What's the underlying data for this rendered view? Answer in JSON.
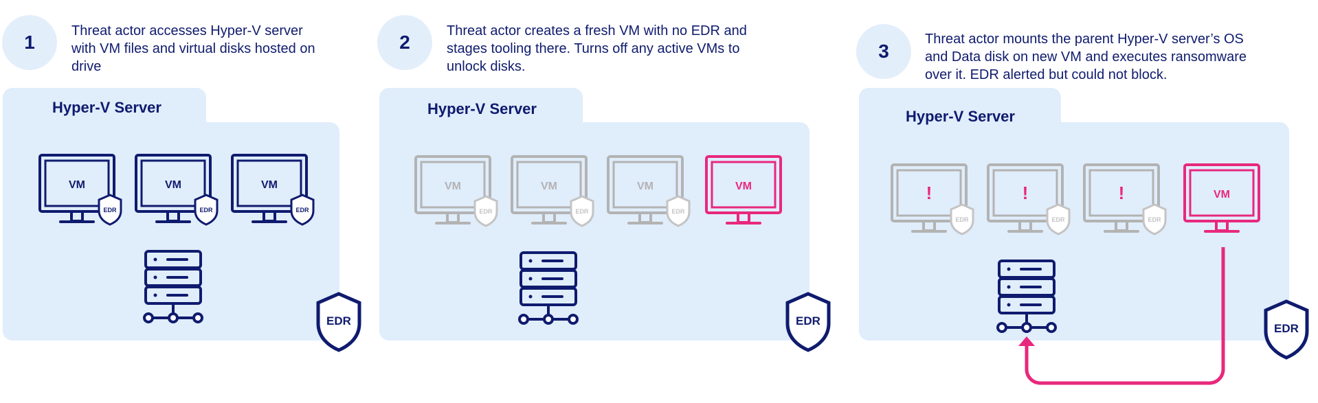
{
  "steps": [
    {
      "number": "1",
      "text": "Threat actor accesses  Hyper-V server\nwith VM files and virtual disks hosted on\ndrive",
      "server_title": "Hyper-V Server",
      "server_edr": "EDR"
    },
    {
      "number": "2",
      "text": "Threat actor creates a fresh VM with no EDR and\nstages tooling there. Turns off any active VMs to\nunlock disks.",
      "server_title": "Hyper-V Server",
      "server_edr": "EDR"
    },
    {
      "number": "3",
      "text": "Threat actor mounts the parent Hyper-V server’s OS\nand Data disk on new VM and executes ransomware\nover it. EDR alerted but could not block.",
      "server_title": "Hyper-V Server",
      "server_edr": "EDR"
    }
  ],
  "labels": {
    "vm": "VM",
    "edr": "EDR",
    "alert": "!"
  },
  "colors": {
    "navy": "#0f1b6e",
    "gray": "#b3b3b3",
    "gray_light": "#cfcfcf",
    "pink": "#e8287d",
    "panel": "#e0edfb",
    "circle": "#e3eefb"
  },
  "icons": [
    "monitor-icon",
    "shield-icon",
    "server-stack-icon",
    "network-node-icon",
    "arrow-up-icon"
  ]
}
